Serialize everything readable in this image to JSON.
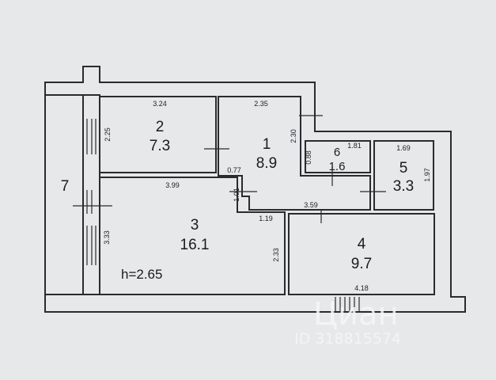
{
  "rooms": [
    {
      "id": "1",
      "area": "8.9"
    },
    {
      "id": "2",
      "area": "7.3"
    },
    {
      "id": "3",
      "area": "16.1"
    },
    {
      "id": "4",
      "area": "9.7"
    },
    {
      "id": "5",
      "area": "3.3"
    },
    {
      "id": "6",
      "area": "1.6"
    },
    {
      "id": "7"
    }
  ],
  "dimensions": {
    "room2_width": "3.24",
    "room2_height": "2.25",
    "room1_width": "2.35",
    "room1_height": "2.30",
    "room1_door": "0.77",
    "room1_passage": "1.01",
    "room6_width": "1.81",
    "room6_height": "0.88",
    "room5_width": "1.69",
    "room5_height": "1.97",
    "room3_width": "3.99",
    "room3_height": "3.33",
    "room3_step": "1.19",
    "room3_right": "2.33",
    "room4_top": "3.59",
    "room4_width": "4.18"
  },
  "ceiling_height": "h=2.65",
  "watermark": {
    "logo": "Циан",
    "id_text": "ID 318815574"
  }
}
